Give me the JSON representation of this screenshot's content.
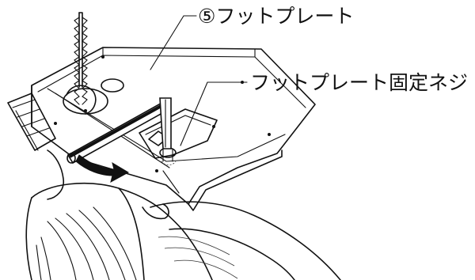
{
  "callouts": {
    "foot_plate": "⑤フットプレート",
    "foot_plate_screw": "フットプレート固定ネジ"
  },
  "colors": {
    "line": "#111111",
    "background": "#ffffff",
    "arrow_fill": "#111111"
  },
  "icons": {
    "arrow": "turn-direction-arrow",
    "wrench": "hex-key-wrench",
    "blade": "jigsaw-blade"
  }
}
